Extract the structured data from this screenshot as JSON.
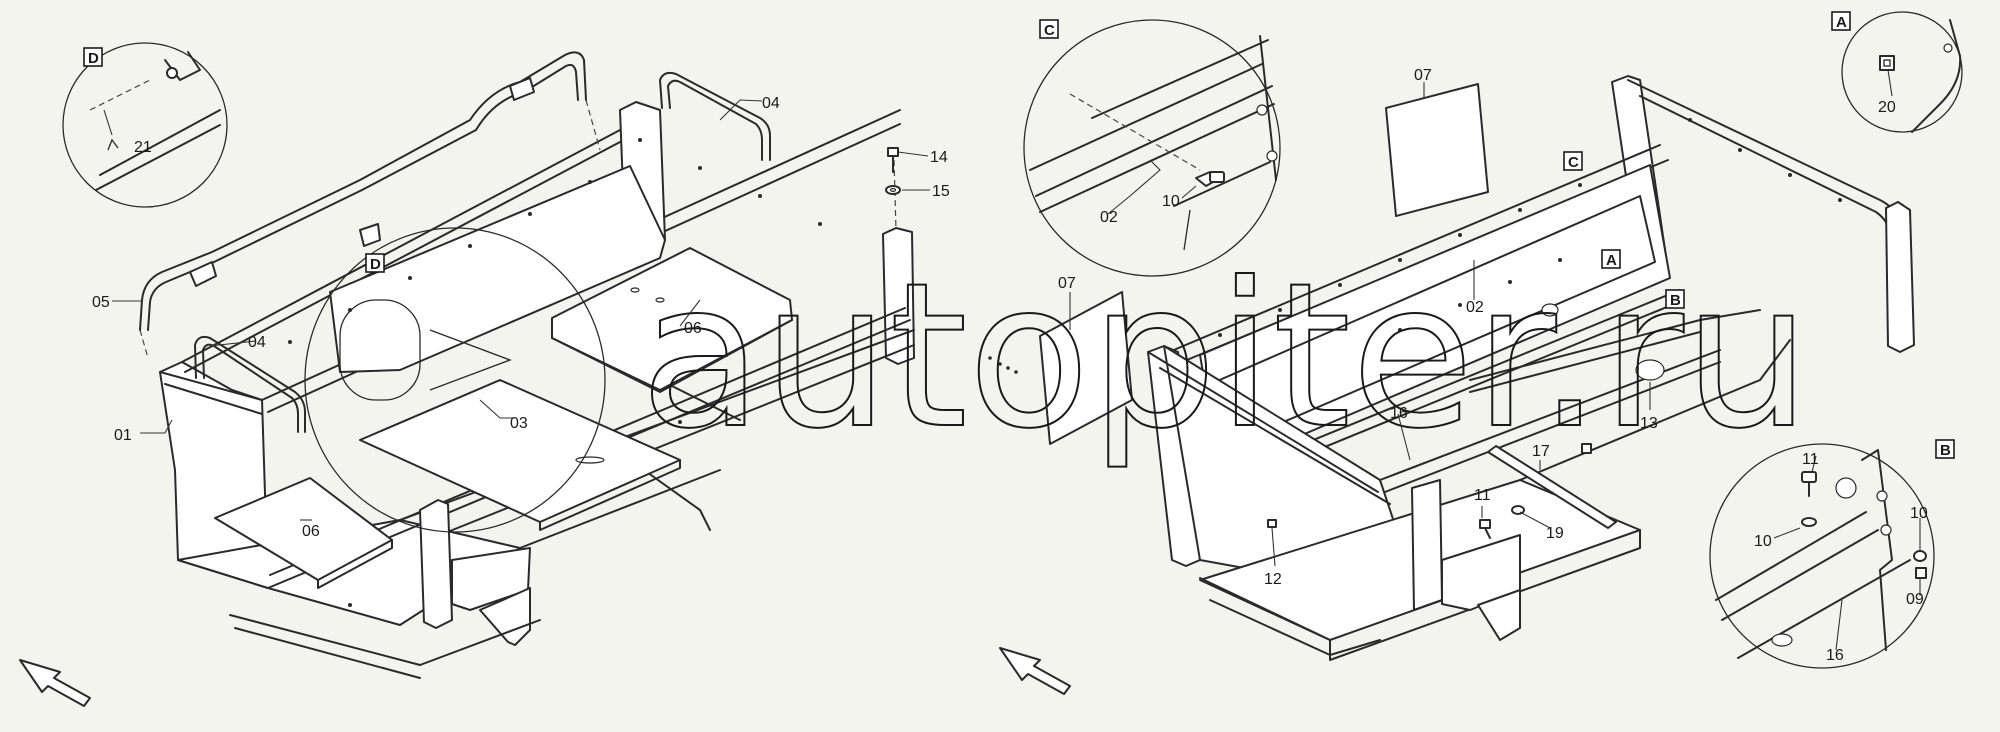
{
  "watermark": "autopiter.ru",
  "callouts": {
    "p01": "01",
    "p02a": "02",
    "p02b": "02",
    "p03": "03",
    "p04a": "04",
    "p04b": "04",
    "p05": "05",
    "p06a": "06",
    "p06b": "06",
    "p07a": "07",
    "p07b": "07",
    "p09": "09",
    "p10a": "10",
    "p10b": "10",
    "p10c": "10",
    "p11a": "11",
    "p11b": "11",
    "p12": "12",
    "p13": "13",
    "p14": "14",
    "p15": "15",
    "p16a": "16",
    "p16b": "16",
    "p17": "17",
    "p19": "19",
    "p20": "20",
    "p21": "21"
  },
  "detail_tags": {
    "d_left": "D",
    "d_onframe": "D",
    "c_detail": "C",
    "c_onframe": "C",
    "a_detail": "A",
    "a_onframe": "A",
    "b_detail": "B",
    "b_onframe": "B"
  },
  "icons": [
    "direction-arrow-icon",
    "bolt-icon",
    "washer-icon"
  ]
}
